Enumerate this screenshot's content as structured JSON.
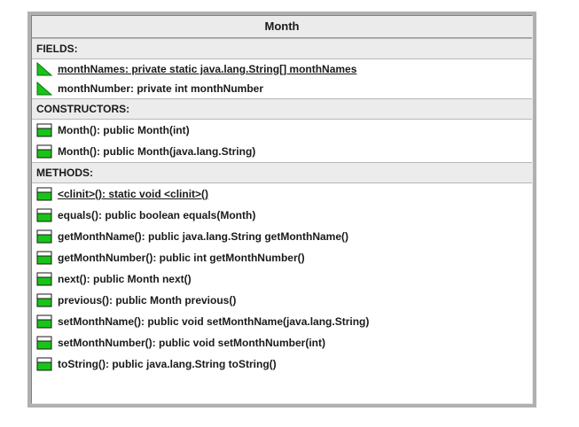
{
  "class_box": {
    "title": "Month",
    "sections": [
      {
        "id": "fields",
        "header": "FIELDS:",
        "items": [
          {
            "name": "monthNames",
            "text": "monthNames:  private static java.lang.String[] monthNames",
            "icon": "field-triangle-icon",
            "underline": true
          },
          {
            "name": "monthNumber",
            "text": "monthNumber:  private int monthNumber",
            "icon": "field-triangle-icon",
            "underline": false
          }
        ]
      },
      {
        "id": "constructors",
        "header": "CONSTRUCTORS:",
        "items": [
          {
            "name": "month-int",
            "text": "Month():  public Month(int)",
            "icon": "method-box-icon",
            "underline": false
          },
          {
            "name": "month-string",
            "text": "Month():  public Month(java.lang.String)",
            "icon": "method-box-icon",
            "underline": false
          }
        ]
      },
      {
        "id": "methods",
        "header": "METHODS:",
        "items": [
          {
            "name": "clinit",
            "text": "<clinit>():  static void <clinit>()",
            "icon": "method-box-icon",
            "underline": true
          },
          {
            "name": "equals",
            "text": "equals():  public boolean equals(Month)",
            "icon": "method-box-icon",
            "underline": false
          },
          {
            "name": "getMonthName",
            "text": "getMonthName():  public java.lang.String getMonthName()",
            "icon": "method-box-icon",
            "underline": false
          },
          {
            "name": "getMonthNumber",
            "text": "getMonthNumber():  public int getMonthNumber()",
            "icon": "method-box-icon",
            "underline": false
          },
          {
            "name": "next",
            "text": "next():  public Month next()",
            "icon": "method-box-icon",
            "underline": false
          },
          {
            "name": "previous",
            "text": "previous():  public Month previous()",
            "icon": "method-box-icon",
            "underline": false
          },
          {
            "name": "setMonthName",
            "text": "setMonthName():  public void setMonthName(java.lang.String)",
            "icon": "method-box-icon",
            "underline": false
          },
          {
            "name": "setMonthNumber",
            "text": "setMonthNumber():  public void setMonthNumber(int)",
            "icon": "method-box-icon",
            "underline": false
          },
          {
            "name": "toString",
            "text": "toString():  public java.lang.String toString()",
            "icon": "method-box-icon",
            "underline": false
          }
        ]
      }
    ]
  },
  "colors": {
    "icon_green": "#18c418",
    "icon_dark": "#0d6e0d",
    "frame_gray": "#b0b0b0",
    "header_bg": "#ececec"
  }
}
